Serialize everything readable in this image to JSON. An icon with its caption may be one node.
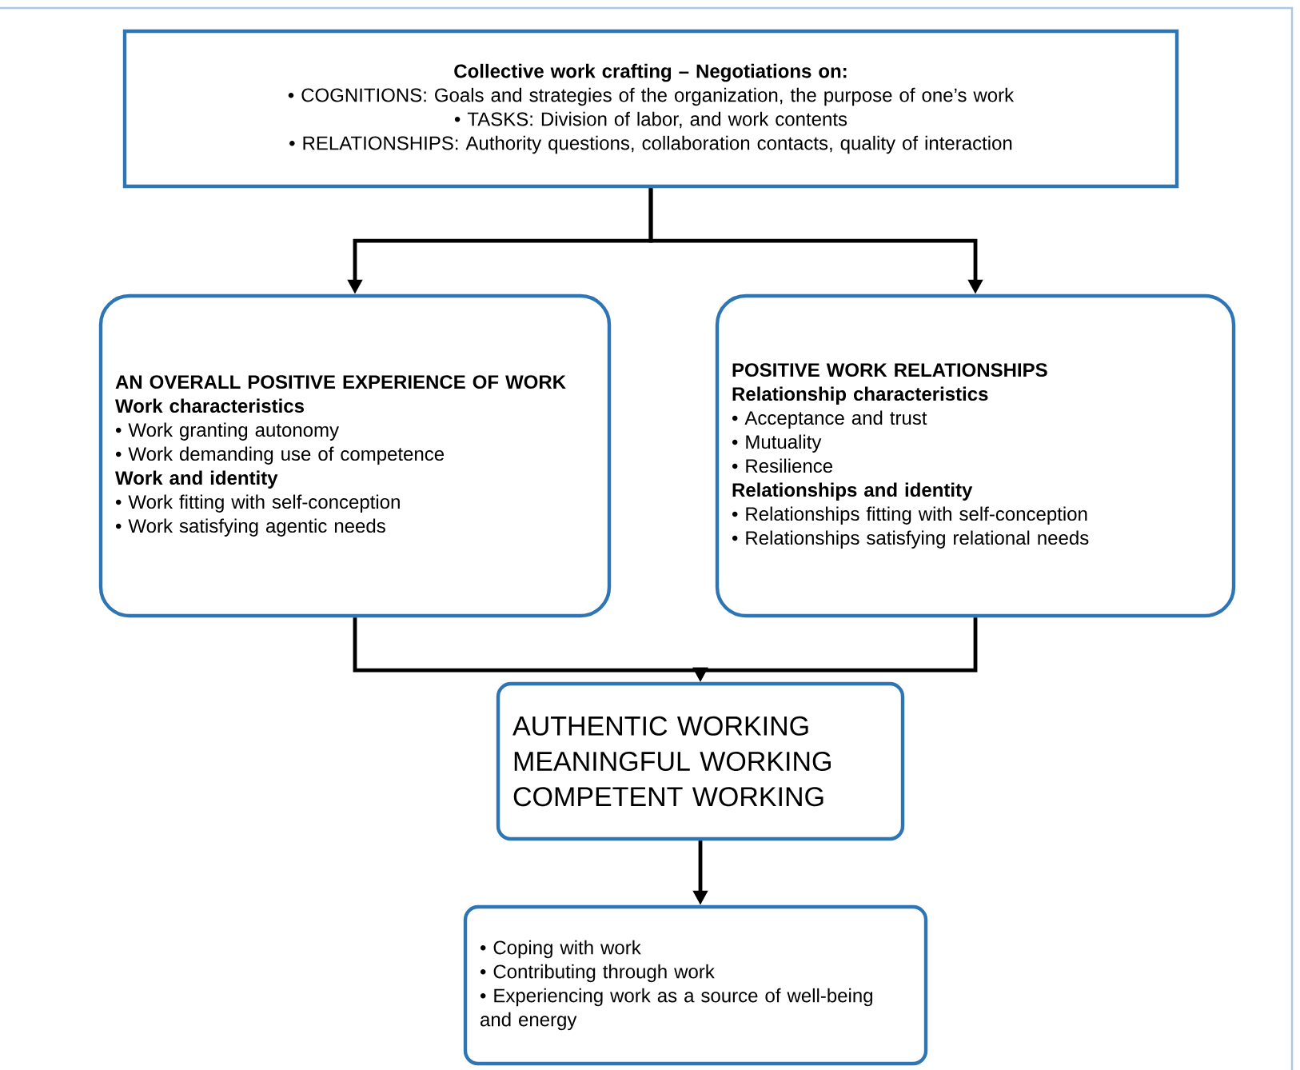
{
  "diagram": {
    "nodes": [
      {
        "text": [
          "Collective work crafting – Negotiations on:",
          "• COGNITIONS: Goals and strategies of the organization, the purpose of one’s work",
          "• TASKS: Division of labor, and work contents",
          "• RELATIONSHIPS: Authority questions, collaboration contacts, quality of interaction"
        ]
      },
      {
        "text": [
          "AN OVERALL POSITIVE EXPERIENCE OF WORK",
          "Work characteristics",
          "• Work granting autonomy",
          "• Work demanding use of competence",
          "Work and identity",
          "• Work fitting with self-conception",
          "• Work satisfying agentic needs"
        ]
      },
      {
        "text": [
          "POSITIVE WORK RELATIONSHIPS",
          "Relationship characteristics",
          "• Acceptance and trust",
          "• Mutuality",
          "• Resilience",
          "Relationships and identity",
          "• Relationships fitting with self-conception",
          "• Relationships satisfying relational needs"
        ]
      },
      {
        "text": [
          "AUTHENTIC WORKING",
          "MEANINGFUL WORKING",
          "COMPETENT WORKING"
        ]
      },
      {
        "text": [
          "• Coping with work",
          "• Contributing through work",
          "• Experiencing work as a source of well-being and energy"
        ]
      }
    ],
    "edges": [
      {
        "from": 0,
        "to": 1,
        "arrow": "to"
      },
      {
        "from": 0,
        "to": 2,
        "arrow": "to"
      },
      {
        "from": 1,
        "to": 3,
        "arrow": "to"
      },
      {
        "from": 2,
        "to": 3,
        "arrow": "to"
      },
      {
        "from": 3,
        "to": 4,
        "arrow": "to"
      }
    ]
  }
}
